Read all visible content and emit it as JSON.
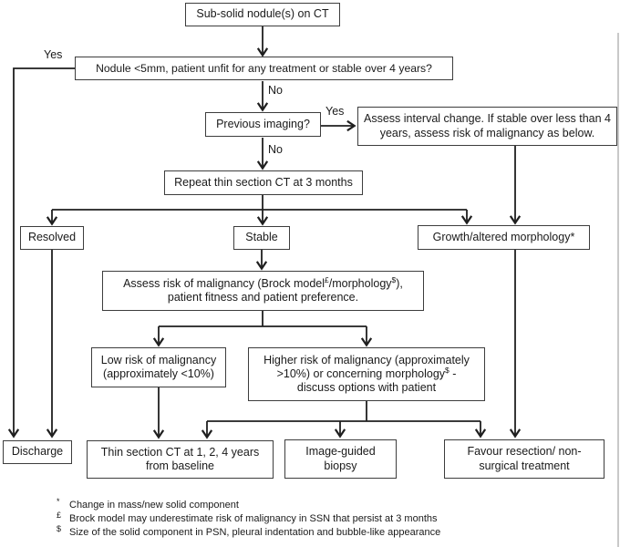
{
  "boxes": {
    "start": "Sub-solid nodule(s) on CT",
    "nodule_question": "Nodule <5mm, patient unfit for any treatment or stable over 4 years?",
    "previous_imaging": "Previous imaging?",
    "assess_interval": "Assess interval change. If stable over less than 4 years,  assess risk of malignancy as below.",
    "repeat_ct": "Repeat thin section CT at 3 months",
    "resolved": "Resolved",
    "stable": "Stable",
    "growth": "Growth/altered morphology*",
    "assess_risk": {
      "seg1": "Assess risk  of malignancy (Brock  model",
      "sup1": "£",
      "seg2": "/morphology",
      "sup2": "$",
      "seg3": "),",
      "line2": "patient fitness and patient preference."
    },
    "low_risk": "Low risk of malignancy (approximately <10%)",
    "higher_risk": {
      "line1": "Higher risk of malignancy (approximately",
      "line2a": ">10%) or concerning morphology",
      "sup": "$",
      "line2b": " -",
      "line3": "discuss options with patient"
    },
    "discharge": "Discharge",
    "thin_ct": "Thin section CT at 1, 2, 4 years from baseline",
    "biopsy": "Image-guided biopsy",
    "favour": "Favour resection/ non-surgical treatment"
  },
  "labels": {
    "yes_top": "Yes",
    "no_top": "No",
    "yes_right": "Yes",
    "no_mid": "No"
  },
  "footnotes": [
    {
      "symbol": "*",
      "text": "Change in mass/new solid component"
    },
    {
      "symbol": "£",
      "text": "Brock model may underestimate risk  of malignancy in SSN that persist at 3 months"
    },
    {
      "symbol": "$",
      "text": "Size of the solid component in PSN, pleural indentation and bubble-like appearance"
    }
  ],
  "colors": {
    "line": "#1f1f1f",
    "box_border": "#3d3d3d",
    "text": "#1a1a1a",
    "background": "#ffffff"
  }
}
